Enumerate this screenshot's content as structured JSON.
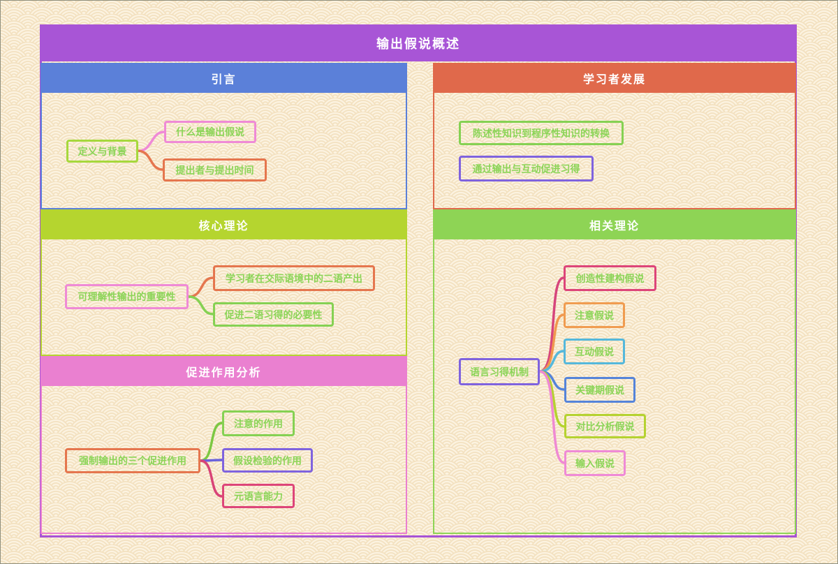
{
  "banner": {
    "title": "输出假说概述"
  },
  "palette": {
    "banner_purple": "#a855d6",
    "canvas_border": "#a752d5",
    "section_blue": "#5b80d9",
    "section_orange": "#e0694b",
    "section_yellow_green": "#b5d52f",
    "section_green": "#8ed455",
    "section_pink": "#ea80d0",
    "node_text_green": "#8bd457",
    "background_cream": "#fcf3e1",
    "pattern_arc": "#f3e1c0"
  },
  "sections": {
    "intro": {
      "title": "引言",
      "accent": "#5b80d9",
      "nodes": {
        "root": {
          "label": "定义与背景"
        },
        "what": {
          "label": "什么是输出假说"
        },
        "proposer": {
          "label": "提出者与提出时间"
        }
      }
    },
    "learner": {
      "title": "学习者发展",
      "accent": "#e0694b",
      "nodes": {
        "declarative": {
          "label": "陈述性知识到程序性知识的转换"
        },
        "interaction": {
          "label": "通过输出与互动促进习得"
        }
      }
    },
    "core": {
      "title": "核心理论",
      "accent": "#b5d52f",
      "nodes": {
        "root": {
          "label": "可理解性输出的重要性"
        },
        "production": {
          "label": "学习者在交际语境中的二语产出"
        },
        "necessity": {
          "label": "促进二语习得的必要性"
        }
      }
    },
    "related": {
      "title": "相关理论",
      "accent": "#8ed455",
      "nodes": {
        "root": {
          "label": "语言习得机制"
        },
        "creative": {
          "label": "创造性建构假说"
        },
        "noticing": {
          "label": "注意假说"
        },
        "interaction": {
          "label": "互动假说"
        },
        "critical": {
          "label": "关键期假说"
        },
        "contrastive": {
          "label": "对比分析假说"
        },
        "input": {
          "label": "输入假说"
        }
      }
    },
    "functions": {
      "title": "促进作用分析",
      "accent": "#ea80d0",
      "nodes": {
        "root": {
          "label": "强制输出的三个促进作用"
        },
        "noticing": {
          "label": "注意的作用"
        },
        "hypothesis": {
          "label": "假设检验的作用"
        },
        "metalinguistic": {
          "label": "元语言能力"
        }
      }
    }
  }
}
